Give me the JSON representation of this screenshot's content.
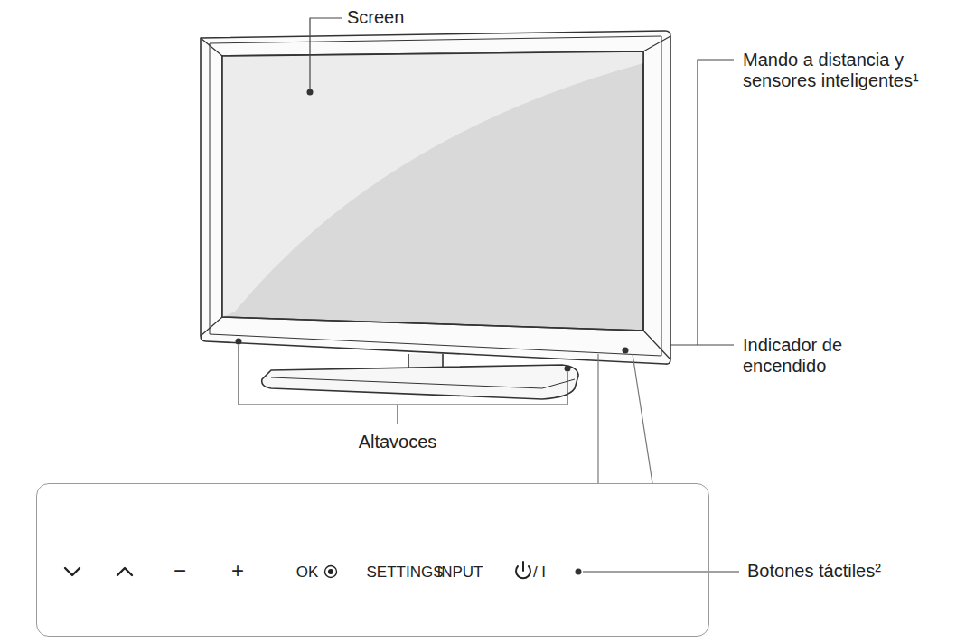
{
  "diagram": {
    "nodes": [
      {
        "text": [
          "−",
          "+",
          "OK",
          "SETTINGS",
          "INPUT",
          "/ I"
        ]
      }
    ],
    "labels": [
      "Screen",
      "Mando a distancia y sensores inteligentes¹",
      "Indicador de encendido",
      "Altavoces",
      "Botones táctiles²"
    ]
  }
}
